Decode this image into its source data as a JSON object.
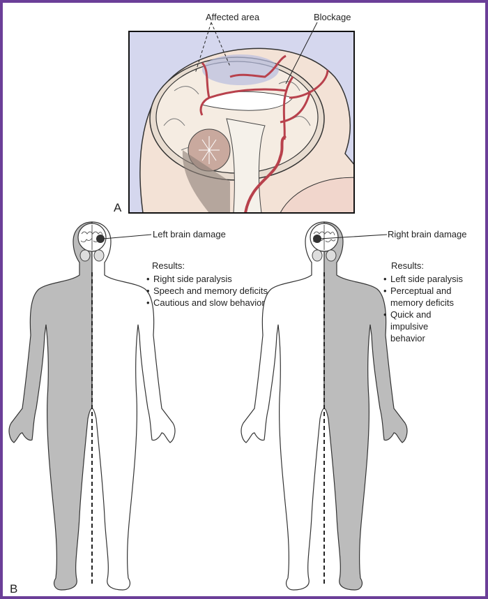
{
  "panel_a": {
    "letter": "A",
    "labels": {
      "affected_area": "Affected area",
      "blockage": "Blockage"
    }
  },
  "panel_b": {
    "letter": "B",
    "left": {
      "label": "Left brain damage",
      "results_title": "Results:",
      "results": [
        "Right side paralysis",
        "Speech and memory deficits",
        "Cautious and slow behavior"
      ]
    },
    "right": {
      "label": "Right brain damage",
      "results_title": "Results:",
      "results": [
        "Left side paralysis",
        "Perceptual and memory deficits",
        "Quick and impulsive behavior"
      ]
    }
  },
  "colors": {
    "border": "#6b3f98",
    "panel_bg": "#d5d7ee",
    "artery": "#c0505a",
    "paralysis_shade": "#bcbcbc"
  }
}
